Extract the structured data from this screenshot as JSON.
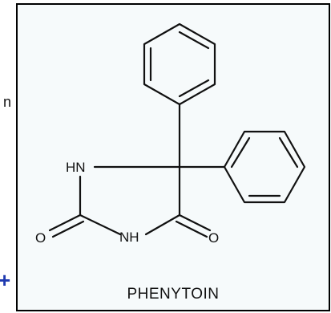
{
  "figure": {
    "caption": "PHENYTOIN",
    "atoms": {
      "nh_upper": "HN",
      "nh_lower": "NH",
      "oxygen_left": "O",
      "oxygen_right": "O"
    }
  },
  "margin_marks": {
    "left_letter": "n",
    "plus": "+"
  },
  "colors": {
    "frame_border": "#000000",
    "frame_background": "#f6fafb",
    "line": "#111111",
    "plus_mark": "#1f3ab0"
  }
}
